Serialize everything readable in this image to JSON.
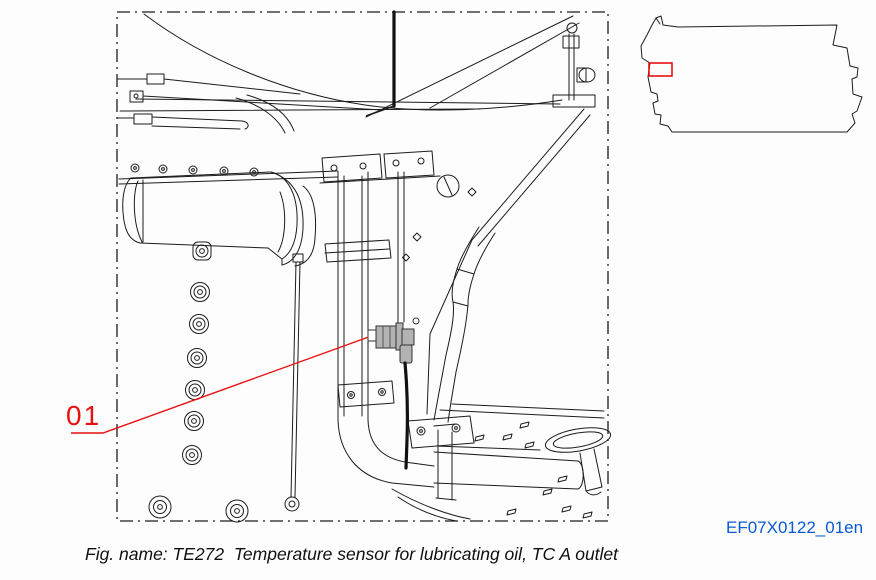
{
  "figure": {
    "callout_label": "01",
    "caption": "Fig. name: TE272  Temperature sensor for lubricating oil, TC A outlet",
    "figure_code": "EF07X0122_01en"
  },
  "icons": {
    "main_drawing": "engine-front-technical-drawing",
    "thumbnail": "engine-side-outline-thumbnail",
    "zoom_marker": "zoom-region-red-rectangle",
    "leader": "callout-leader-arrow",
    "sensor": "temperature-sensor-te272"
  },
  "colors": {
    "callout_red": "#e81010",
    "code_blue": "#0a58d6",
    "line_dark": "#1c1c1c",
    "sensor_gray": "#b3b3b3"
  }
}
